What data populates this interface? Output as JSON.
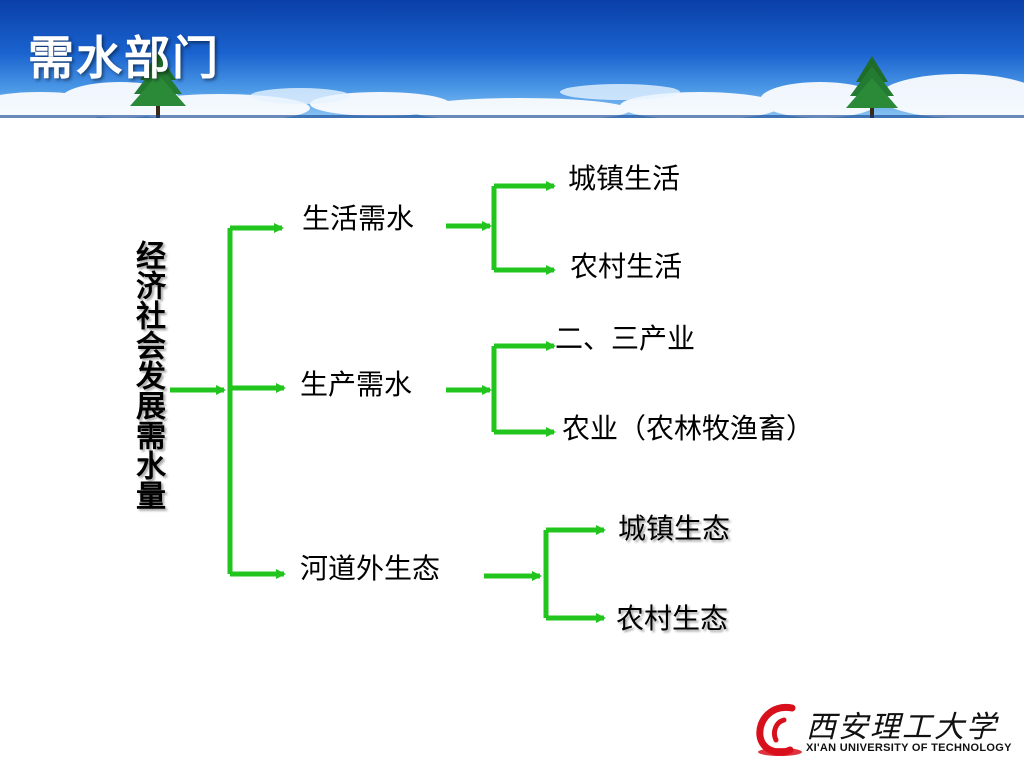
{
  "title": "需水部门",
  "diagram": {
    "root": "经济社会发展需水量",
    "branches": [
      {
        "label": "生活需水",
        "children": [
          "城镇生活",
          "农村生活"
        ]
      },
      {
        "label": "生产需水",
        "children": [
          "二、三产业",
          "农业（农林牧渔畜）"
        ]
      },
      {
        "label": "河道外生态",
        "children": [
          "城镇生态",
          "农村生态"
        ]
      }
    ]
  },
  "logo": {
    "script_text": "西安理工大学",
    "english_name": "XI'AN UNIVERSITY OF TECHNOLOGY"
  },
  "colors": {
    "connector": "#22c41e",
    "banner_top": "#0a3fa8",
    "banner_bottom": "#8cc4f2",
    "logo_red": "#d8101c"
  }
}
